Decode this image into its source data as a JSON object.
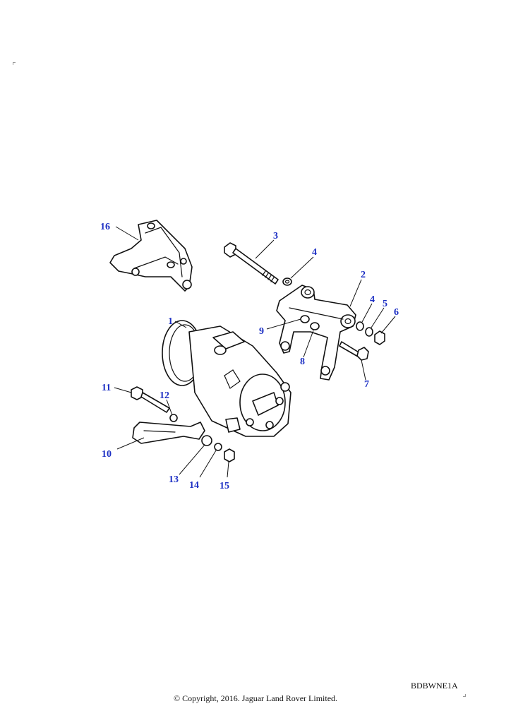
{
  "callouts": [
    {
      "id": "1",
      "label": "1"
    },
    {
      "id": "2",
      "label": "2"
    },
    {
      "id": "3",
      "label": "3"
    },
    {
      "id": "4a",
      "label": "4"
    },
    {
      "id": "4b",
      "label": "4"
    },
    {
      "id": "5",
      "label": "5"
    },
    {
      "id": "6",
      "label": "6"
    },
    {
      "id": "7",
      "label": "7"
    },
    {
      "id": "8",
      "label": "8"
    },
    {
      "id": "9",
      "label": "9"
    },
    {
      "id": "10",
      "label": "10"
    },
    {
      "id": "11",
      "label": "11"
    },
    {
      "id": "12",
      "label": "12"
    },
    {
      "id": "13",
      "label": "13"
    },
    {
      "id": "14",
      "label": "14"
    },
    {
      "id": "15",
      "label": "15"
    },
    {
      "id": "16",
      "label": "16"
    }
  ],
  "callout_color": "#1c2fc4",
  "reference_code": "BDBWNE1A",
  "copyright": "© Copyright, 2016. Jaguar Land Rover Limited."
}
